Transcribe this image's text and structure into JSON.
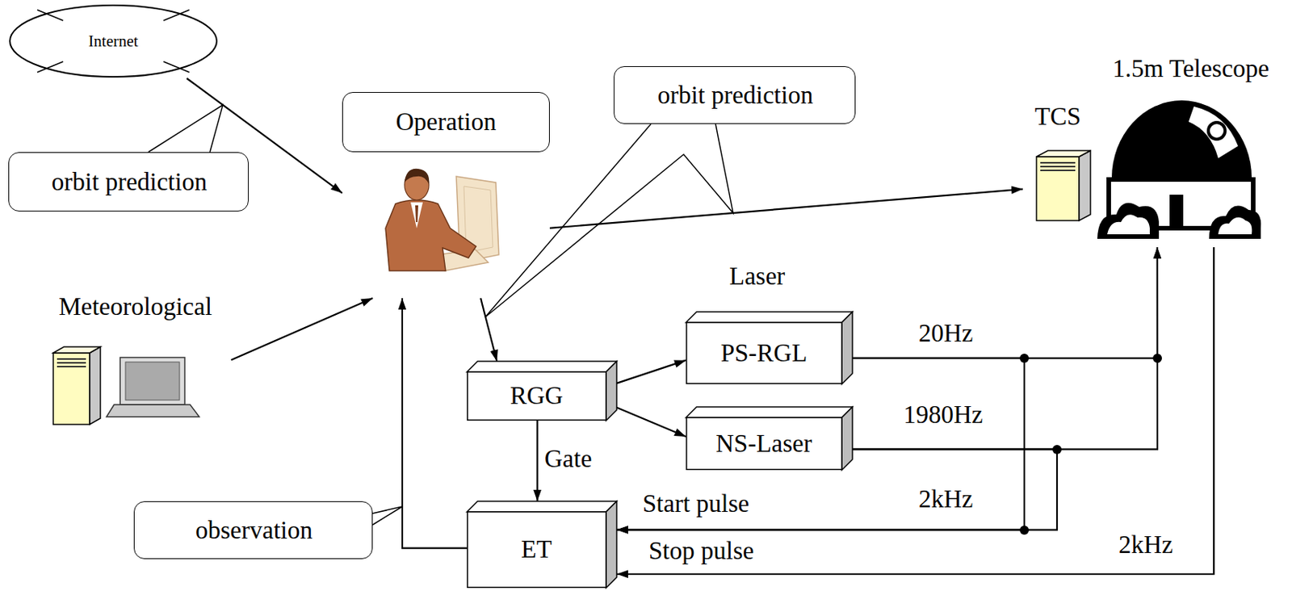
{
  "diagram": {
    "nodes": [
      {
        "text": [
          "Internet"
        ]
      },
      {
        "text": [
          "orbit prediction"
        ]
      },
      {
        "text": [
          "Operation"
        ]
      },
      {
        "text": [
          "orbit prediction"
        ]
      },
      {
        "text": [
          "TCS"
        ]
      },
      {
        "text": [
          "1.5m Telescope"
        ]
      },
      {
        "text": [
          "Meteorological"
        ]
      },
      {
        "text": [
          "PS-RGL"
        ]
      },
      {
        "text": [
          "RGG"
        ]
      },
      {
        "text": [
          "NS-Laser"
        ]
      },
      {
        "text": [
          "ET"
        ]
      },
      {
        "text": [
          "observation"
        ]
      }
    ],
    "edges": [
      {
        "from": 0,
        "to": 2,
        "arrow": "to"
      },
      {
        "from": 6,
        "to": 2,
        "arrow": "to"
      },
      {
        "from": 2,
        "to": 4,
        "arrow": "to"
      },
      {
        "from": 2,
        "to": 8,
        "arrow": "to"
      },
      {
        "from": 8,
        "to": 7,
        "arrow": "to"
      },
      {
        "from": 8,
        "to": 9,
        "arrow": "to"
      },
      {
        "from": 8,
        "to": 10,
        "label": "Gate",
        "arrow": "to"
      },
      {
        "from": 10,
        "to": 2,
        "arrow": "to"
      },
      {
        "from": 7,
        "to": 5,
        "label": "20Hz",
        "arrow": "to"
      },
      {
        "from": 9,
        "to": 5,
        "label": "1980Hz",
        "arrow": "to"
      },
      {
        "from": 7,
        "to": 10,
        "label": "Start pulse",
        "arrow": "to"
      },
      {
        "from": 9,
        "to": 10,
        "arrow": "to"
      },
      {
        "from": 5,
        "to": 10,
        "label": "Stop pulse",
        "arrow": "to"
      }
    ],
    "labels": [
      "Laser",
      "2kHz",
      "2kHz"
    ]
  }
}
